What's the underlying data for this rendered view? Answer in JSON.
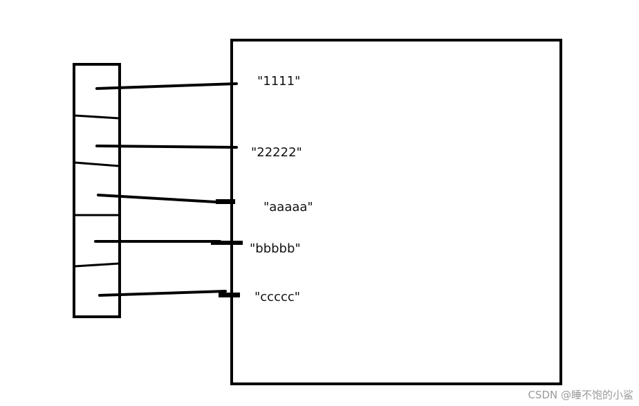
{
  "diagram": {
    "strings": [
      "\"1111\"",
      "\"22222\"",
      "\"aaaaa\"",
      "\"bbbbb\"",
      "\"ccccc\""
    ]
  },
  "watermark": {
    "text": "CSDN @睡不饱的小鲨"
  },
  "colors": {
    "ink": "#000000",
    "watermark": "#9a9a9a"
  }
}
